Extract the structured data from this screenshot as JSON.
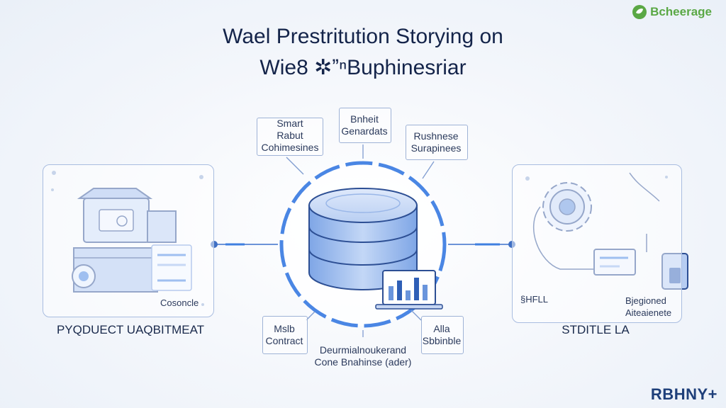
{
  "logo": {
    "text": "Bcheerage"
  },
  "title": {
    "line1": "Wael Prestritution Storying on",
    "line2": "Wie8 ✲ˮⁿBuphinesriar"
  },
  "callouts": {
    "top_left": [
      "Smart",
      "Rabut",
      "Cohimesines"
    ],
    "top_center": [
      "Bnheit",
      "Genardats"
    ],
    "top_right": [
      "Rushnese",
      "Surapinees"
    ],
    "bottom_left": [
      "Mslb",
      "Contract"
    ],
    "bottom_center": [
      "Deurmialnoukerand",
      "Cone Bnahinse (ader)"
    ],
    "bottom_right": [
      "Alla",
      "Sbbinble"
    ]
  },
  "left_panel": {
    "caption": "PYQDUECT UAQBITMEAT",
    "inner_label": "Cosoncle"
  },
  "right_panel": {
    "caption": "STDITLE LA",
    "inner_label_left": "§HFLL",
    "inner_label_right": [
      "Bjegioned",
      "Aiteaienete"
    ]
  },
  "footer_logo": "RBHNY+",
  "colors": {
    "accent": "#3f7fe0",
    "line": "#4a78c8",
    "logo_green": "#5aa845"
  }
}
